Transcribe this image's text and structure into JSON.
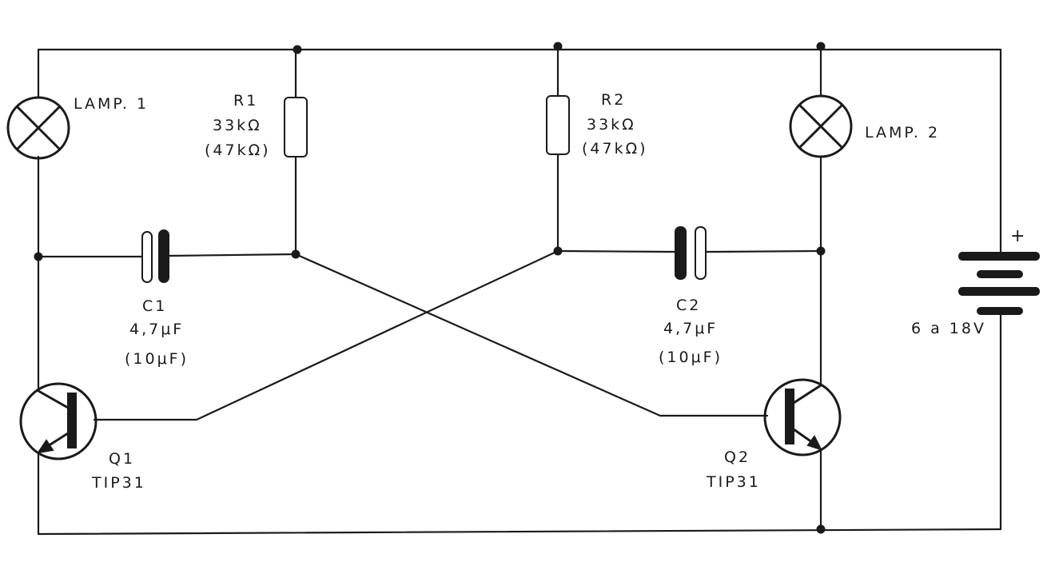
{
  "components": {
    "lamp1": {
      "label": "LAMP. 1"
    },
    "lamp2": {
      "label": "LAMP. 2"
    },
    "r1": {
      "name": "R1",
      "value": "33kΩ",
      "alt_value": "(47kΩ)"
    },
    "r2": {
      "name": "R2",
      "value": "33kΩ",
      "alt_value": "(47kΩ)"
    },
    "c1": {
      "name": "C1",
      "value": "4,7μF",
      "alt_value": "(10μF)"
    },
    "c2": {
      "name": "C2",
      "value": "4,7μF",
      "alt_value": "(10μF)"
    },
    "q1": {
      "name": "Q1",
      "part": "TIP31"
    },
    "q2": {
      "name": "Q2",
      "part": "TIP31"
    },
    "battery": {
      "polarity": "+",
      "voltage": "6 a 18V"
    }
  },
  "colors": {
    "ink": "#1a1a1a",
    "paper": "#ffffff"
  }
}
